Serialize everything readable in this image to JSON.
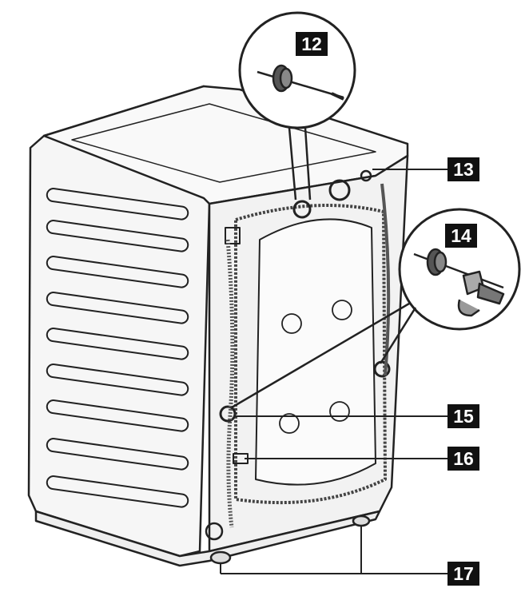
{
  "callouts": {
    "c12": "12",
    "c13": "13",
    "c14": "14",
    "c15": "15",
    "c16": "16",
    "c17": "17"
  },
  "colors": {
    "line": "#222222",
    "body_fill": "#f4f4f4",
    "callout_bg": "#111111",
    "callout_text": "#ffffff"
  }
}
